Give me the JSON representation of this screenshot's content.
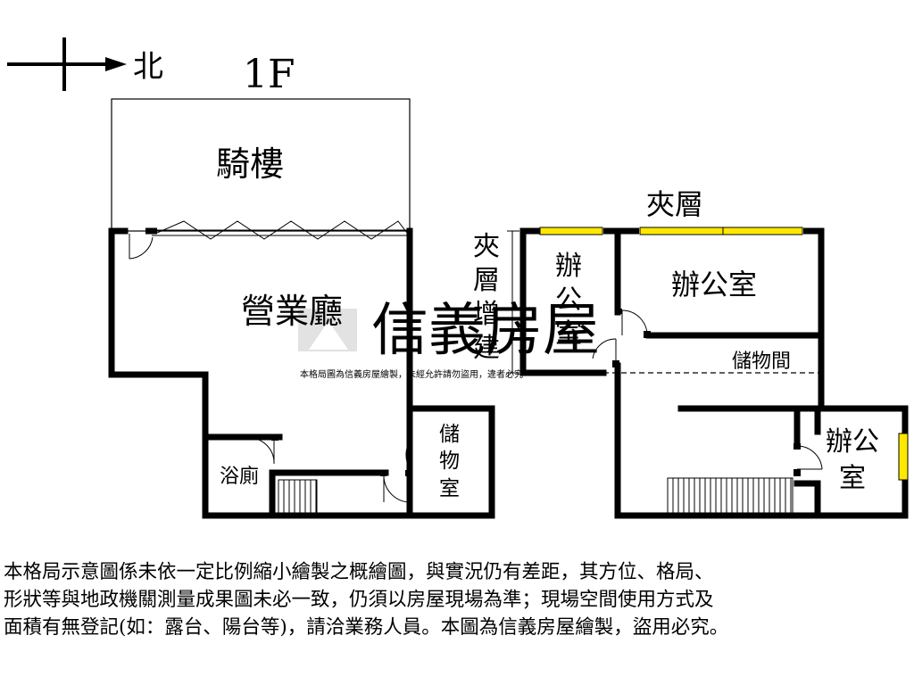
{
  "compass": {
    "north_label": "北"
  },
  "floor_label": "1F",
  "rooms": {
    "arcade": "騎樓",
    "business_hall": "營業廳",
    "bathroom": "浴廁",
    "storage_room": [
      "儲",
      "物",
      "室"
    ],
    "mezzanine_title": "夾層",
    "mezzanine_extension": [
      "夾",
      "層",
      "增",
      "建"
    ],
    "office_small": [
      "辦",
      "公",
      "室"
    ],
    "office_main": "辦公室",
    "storage_space": "儲物間",
    "office_right": [
      "辦公",
      "室"
    ]
  },
  "watermark": {
    "brand": "信義房屋",
    "small_text": "本格局圖為信義房屋繪製，未經允許請勿盜用，違者必究"
  },
  "disclaimer": [
    "本格局示意圖係未依一定比例縮小繪製之概繪圖，與實況仍有差距，其方位、格局、",
    "形狀等與地政機關測量成果圖未必一致，仍須以房屋現場為準；現場空間使用方式及",
    "面積有無登記(如：露台、陽台等)，請洽業務人員。本圖為信義房屋繪製，盜用必究。"
  ],
  "colors": {
    "window": "#ffe800",
    "wall": "#000000",
    "watermark": "#e2e2e2"
  }
}
